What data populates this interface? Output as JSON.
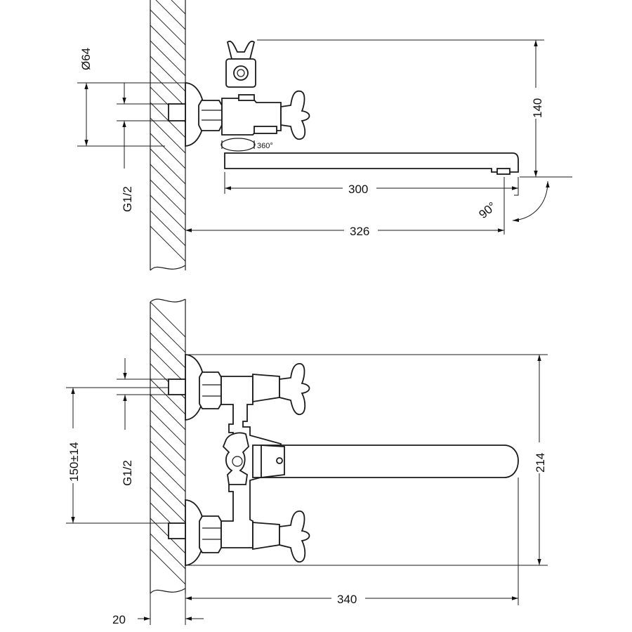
{
  "top_view": {
    "diameter": "Ø64",
    "height": "140",
    "spout_length": "300",
    "thread": "G1/2",
    "swivel": "360°",
    "angle": "90°",
    "projection": "326"
  },
  "front_view": {
    "spacing": "150±14",
    "thread": "G1/2",
    "height": "214",
    "length": "340",
    "wall_offset": "20"
  }
}
